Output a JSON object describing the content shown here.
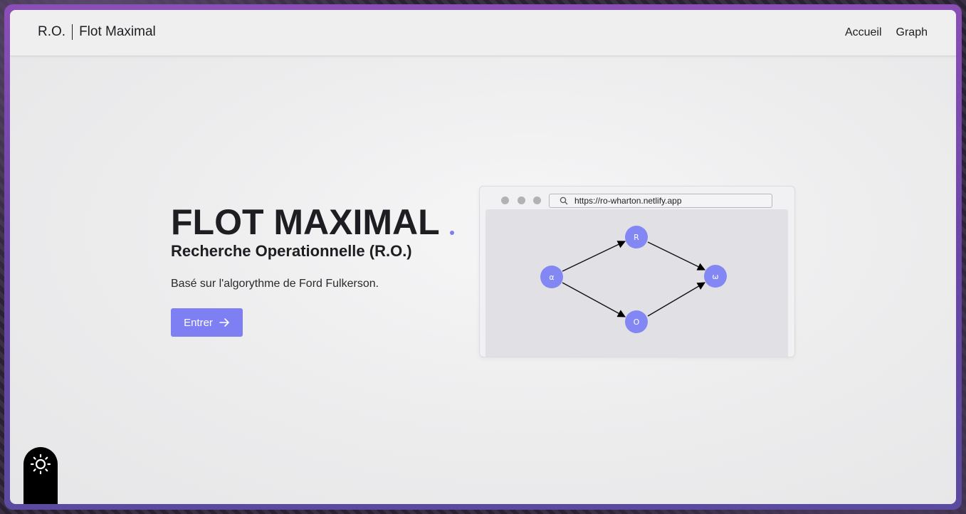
{
  "navbar": {
    "brand_left": "R.O.",
    "brand_right": "Flot Maximal",
    "links": [
      "Accueil",
      "Graph"
    ]
  },
  "hero": {
    "title": "FLOT MAXIMAL",
    "subtitle": "Recherche Operationnelle (R.O.)",
    "description": "Basé sur l'algorythme de Ford Fulkerson.",
    "button_label": "Entrer"
  },
  "mockup": {
    "url": "https://ro-wharton.netlify.app",
    "graph": {
      "nodes": [
        "α",
        "R",
        "O",
        "ω"
      ],
      "edges": [
        [
          "α",
          "R"
        ],
        [
          "α",
          "O"
        ],
        [
          "R",
          "ω"
        ],
        [
          "O",
          "ω"
        ]
      ]
    }
  },
  "colors": {
    "accent": "#7d7ff2",
    "node": "#8387f4",
    "text": "#1e1e22"
  },
  "icons": {
    "arrow": "arrow-right-icon",
    "search": "search-icon",
    "theme": "sun-icon"
  }
}
